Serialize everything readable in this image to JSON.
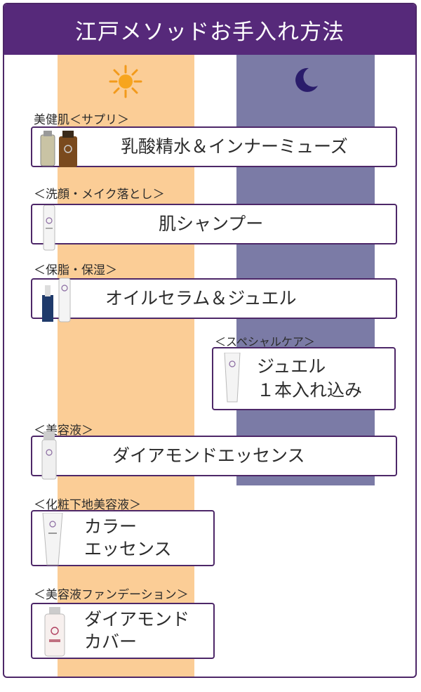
{
  "header": {
    "title": "江戸メソッドお手入れ方法"
  },
  "icons": {
    "day": "sun-icon",
    "night": "moon-icon"
  },
  "colors": {
    "header_bg": "#56297a",
    "border": "#4d2768",
    "day_column": "#fbcd96",
    "night_column": "#7b7ba6",
    "sun": "#f5a623",
    "moon": "#2f1f6b"
  },
  "steps": [
    {
      "category": "美健肌＜サプリ＞",
      "product": "乳酸精水＆インナーミューズ"
    },
    {
      "category": "＜洗顔・メイク落とし＞",
      "product": "肌シャンプー"
    },
    {
      "category": "＜保脂・保湿＞",
      "product": "オイルセラム＆ジュエル"
    },
    {
      "category": "＜スペシャルケア＞",
      "product_line1": "ジュエル",
      "product_line2": "１本入れ込み"
    },
    {
      "category": "＜美容液＞",
      "product": "ダイアモンドエッセンス"
    },
    {
      "category": "＜化粧下地美容液＞",
      "product_line1": "カラー",
      "product_line2": "エッセンス"
    },
    {
      "category": "＜美容液ファンデーション＞",
      "product_line1": "ダイアモンド",
      "product_line2": "カバー"
    }
  ]
}
